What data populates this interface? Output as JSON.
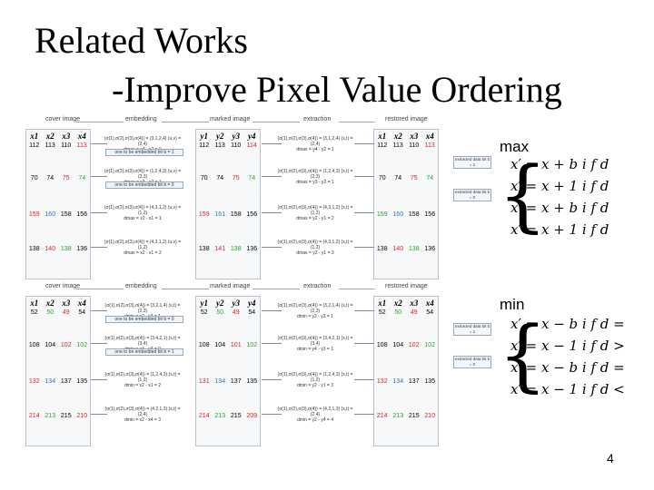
{
  "title": {
    "line1": "Related Works",
    "line2": "-Improve Pixel Value Ordering"
  },
  "page_number": "4",
  "diagram_labels": {
    "cover": "cover image",
    "embedding": "embedding",
    "marked": "marked image",
    "extraction": "extraction",
    "restored": "restored image",
    "vars_x": [
      "x1",
      "x2",
      "x3",
      "x4"
    ],
    "vars_y": [
      "y1",
      "y2",
      "y3",
      "y4"
    ],
    "extracted_note": "extracted data bit b = 1",
    "extracted_note_zero": "extracted data bit b = 0"
  },
  "max_example": {
    "rows": [
      {
        "cover": [
          "112",
          "113",
          "110",
          "113"
        ],
        "marked": [
          "112",
          "113",
          "110",
          "114"
        ],
        "restored": [
          "112",
          "113",
          "110",
          "113"
        ],
        "emb_line1": "(σ(1),σ(2),σ(3),σ(4)) = (3,1,2,4)  (u,v) = (2,4)",
        "emb_line2": "dmax = x4 - x2 = 0",
        "emb_box": "one to be embedded bit b = 1",
        "ext_line1": "(σ(1),σ(2),σ(3),σ(4)) = (3,1,2,4)  (s,t) = (2,4)",
        "ext_line2": "dmax = y4 - y2 = 1"
      },
      {
        "cover": [
          "70",
          "74",
          "75",
          "74"
        ],
        "marked": [
          "70",
          "74",
          "75",
          "74"
        ],
        "restored": [
          "70",
          "74",
          "75",
          "74"
        ],
        "emb_line1": "(σ(1),σ(2),σ(3),σ(4)) = (1,2,4,3)  (u,v) = (2,3)",
        "emb_line2": "dmax = x3 - x2 = 1",
        "emb_box": "one to be embedded bit b = 0",
        "ext_line1": "(σ(1),σ(2),σ(3),σ(4)) = (1,2,4,3)  (s,t) = (2,3)",
        "ext_line2": "dmax = y3 - y2 = 1"
      },
      {
        "cover": [
          "159",
          "160",
          "158",
          "156"
        ],
        "marked": [
          "159",
          "161",
          "158",
          "156"
        ],
        "restored": [
          "159",
          "160",
          "158",
          "156"
        ],
        "emb_line1": "(σ(1),σ(2),σ(3),σ(4)) = (4,3,1,2)  (u,v) = (1,2)",
        "emb_line2": "dmax = x2 - x1 = 1",
        "emb_box": "",
        "ext_line1": "(σ(1),σ(2),σ(3),σ(4)) = (4,3,1,2)  (s,t) = (1,2)",
        "ext_line2": "dmax = y2 - y1 = 2"
      },
      {
        "cover": [
          "138",
          "140",
          "138",
          "136"
        ],
        "marked": [
          "138",
          "141",
          "138",
          "136"
        ],
        "restored": [
          "138",
          "140",
          "138",
          "136"
        ],
        "emb_line1": "(σ(1),σ(2),σ(3),σ(4)) = (4,3,1,2)  (u,v) = (1,2)",
        "emb_line2": "dmax = x2 - x1 = 2",
        "emb_box": "",
        "ext_line1": "(σ(1),σ(2),σ(3),σ(4)) = (4,3,1,2)  (s,t) = (1,2)",
        "ext_line2": "dmax = y2 - y1 = 3"
      }
    ]
  },
  "min_example": {
    "rows": [
      {
        "cover": [
          "52",
          "50",
          "49",
          "54"
        ],
        "marked": [
          "52",
          "50",
          "49",
          "54"
        ],
        "restored": [
          "52",
          "50",
          "49",
          "54"
        ],
        "emb_line1": "(σ(1),σ(2),σ(3),σ(4)) = (3,2,1,4)  (s,t) = (2,3)",
        "emb_line2": "dmin = x2 - x3 = 1",
        "emb_box": "one to be embedded bit b = 0",
        "ext_line1": "(σ(1),σ(2),σ(3),σ(4)) = (3,2,1,4)  (s,t) = (2,3)",
        "ext_line2": "dmin = y2 - y3 = 1"
      },
      {
        "cover": [
          "108",
          "104",
          "102",
          "102"
        ],
        "marked": [
          "108",
          "104",
          "101",
          "102"
        ],
        "restored": [
          "108",
          "104",
          "102",
          "102"
        ],
        "emb_line1": "(σ(1),σ(2),σ(3),σ(4)) = (3,4,2,1)  (s,t) = (3,4)",
        "emb_line2": "dmin = x4 - x3 = 0",
        "emb_box": "one to be embedded bit b = 1",
        "ext_line1": "(σ(1),σ(2),σ(3),σ(4)) = (3,4,2,1)  (s,t) = (3,4)",
        "ext_line2": "dmin = y4 - y3 = 1"
      },
      {
        "cover": [
          "132",
          "134",
          "137",
          "135"
        ],
        "marked": [
          "131",
          "134",
          "137",
          "135"
        ],
        "restored": [
          "132",
          "134",
          "137",
          "135"
        ],
        "emb_line1": "(σ(1),σ(2),σ(3),σ(4)) = (1,2,4,3)  (s,t) = (1,2)",
        "emb_line2": "dmin = x2 - x1 = 2",
        "emb_box": "",
        "ext_line1": "(σ(1),σ(2),σ(3),σ(4)) = (1,2,4,3)  (s,t) = (1,2)",
        "ext_line2": "dmin = y2 - y1 = 3"
      },
      {
        "cover": [
          "214",
          "213",
          "215",
          "210"
        ],
        "marked": [
          "214",
          "213",
          "215",
          "209"
        ],
        "restored": [
          "214",
          "213",
          "215",
          "210"
        ],
        "emb_line1": "(σ(1),σ(2),σ(3),σ(4)) = (4,2,1,3)  (s,t) = (2,4)",
        "emb_line2": "dmin = x2 - x4 = 3",
        "emb_box": "",
        "ext_line1": "(σ(1),σ(2),σ(3),σ(4)) = (4,2,1,3)  (s,t) = (2,4)",
        "ext_line2": "dmin = y2 - y4 = 4"
      }
    ]
  },
  "max_formulas": {
    "label": "max",
    "rows": [
      "x′ = x + b i f  d",
      "x′ = x + 1 i f  d",
      "x′ = x + b i f  d",
      "x′ = x + 1 i f  d"
    ]
  },
  "min_formulas": {
    "label": "min",
    "rows": [
      "x′ = x − b i f  d =",
      "x′ = x − 1 i f  d >",
      "x′ = x − b i f  d =",
      "x′ = x − 1 i f  d <"
    ]
  },
  "colors": {
    "red": "#d22",
    "green": "#2a2",
    "blue": "#2673c8"
  }
}
